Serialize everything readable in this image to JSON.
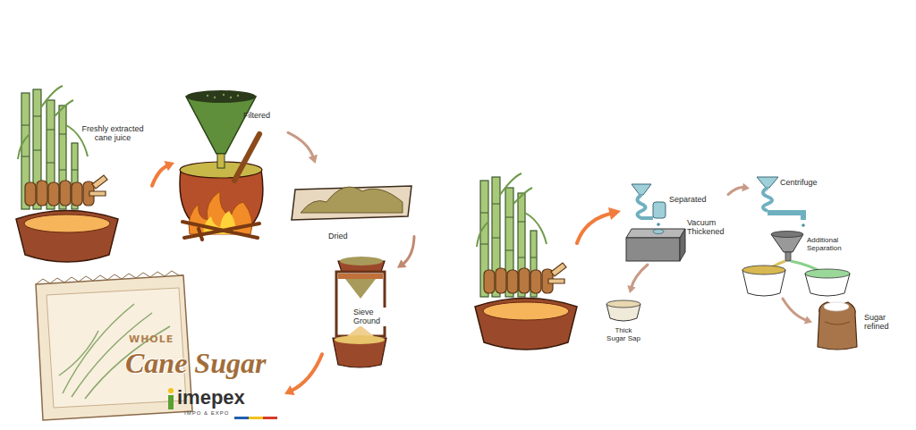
{
  "diagram": {
    "nodes": [
      {
        "text": [
          "Freshly extracted cane juice"
        ]
      },
      {
        "text": [
          "Filtered"
        ]
      },
      {
        "text": [
          "Dried"
        ]
      },
      {
        "text": [
          "Sieve Ground"
        ]
      },
      {
        "text": [
          "WHOLE",
          "Cane Sugar"
        ]
      },
      {
        "text": [
          "Separated",
          "Vacuum Thickened"
        ]
      },
      {
        "text": [
          "Thick Sugar Sap"
        ]
      },
      {
        "text": [
          "Centrifuge"
        ]
      },
      {
        "text": [
          "Additional Separation"
        ]
      },
      {
        "text": [
          "Sugar refined"
        ]
      }
    ],
    "edges": [
      {
        "from": 0,
        "to": 1,
        "arrow": "to"
      },
      {
        "from": 1,
        "to": 2,
        "arrow": "to"
      },
      {
        "from": 2,
        "to": 3,
        "arrow": "to"
      },
      {
        "from": 3,
        "to": 4,
        "arrow": "to"
      },
      {
        "from": 5,
        "to": 6,
        "arrow": "to"
      },
      {
        "from": 5,
        "to": 7,
        "arrow": "to"
      },
      {
        "from": 8,
        "to": 9,
        "arrow": "to"
      }
    ],
    "labels": [
      "imepex",
      "IMPO & EXPO"
    ]
  }
}
